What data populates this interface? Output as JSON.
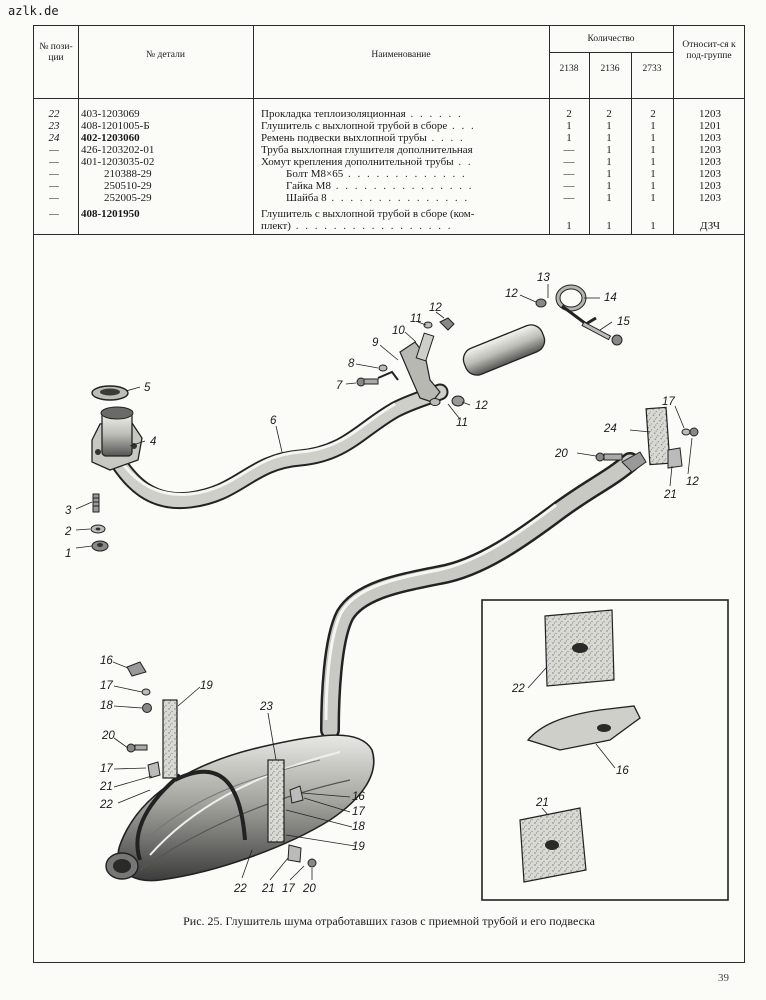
{
  "site": "azlk.de",
  "table": {
    "headers": {
      "position": "№ пози-ции",
      "part_no": "№ детали",
      "name": "Наименование",
      "quantity": "Количество",
      "qty_cols": [
        "2138",
        "2136",
        "2733"
      ],
      "subgroup": "Относит-ся к под-группе"
    },
    "rows": [
      {
        "pos": "22",
        "part": "403-1203069",
        "name": "Прокладка теплоизоляционная",
        "q": [
          "2",
          "2",
          "2"
        ],
        "grp": "1203"
      },
      {
        "pos": "23",
        "part": "408-1201005-Б",
        "name": "Глушитель с выхлопной трубой в сборе",
        "q": [
          "1",
          "1",
          "1"
        ],
        "grp": "1201"
      },
      {
        "pos": "24",
        "part": "402-1203060",
        "name": "Ремень подвески выхлопной трубы",
        "q": [
          "1",
          "1",
          "1"
        ],
        "grp": "1203"
      },
      {
        "pos": "—",
        "part": "426-1203202-01",
        "name": "Труба выхлопная глушителя дополнительная",
        "q": [
          "—",
          "1",
          "1"
        ],
        "grp": "1203"
      },
      {
        "pos": "—",
        "part": "401-1203035-02",
        "name": "Хомут крепления дополнительной трубы",
        "q": [
          "—",
          "1",
          "1"
        ],
        "grp": "1203"
      },
      {
        "pos": "—",
        "part": "210388-29",
        "name": "Болт М8×65",
        "q": [
          "—",
          "1",
          "1"
        ],
        "grp": "1203"
      },
      {
        "pos": "—",
        "part": "250510-29",
        "name": "Гайка М8",
        "q": [
          "—",
          "1",
          "1"
        ],
        "grp": "1203"
      },
      {
        "pos": "—",
        "part": "252005-29",
        "name": "Шайба 8",
        "q": [
          "—",
          "1",
          "1"
        ],
        "grp": "1203"
      },
      {
        "pos": "—",
        "part": "408-1201950",
        "name": "Глушитель с выхлопной трубой в сборе (ком-",
        "name2": "плект)",
        "q": [
          "1",
          "1",
          "1"
        ],
        "grp": "ДЗЧ"
      }
    ]
  },
  "figure": {
    "labels": [
      "1",
      "2",
      "3",
      "4",
      "5",
      "6",
      "7",
      "8",
      "9",
      "10",
      "11",
      "11",
      "12",
      "12",
      "12",
      "12",
      "13",
      "14",
      "15",
      "16",
      "16",
      "16",
      "17",
      "17",
      "17",
      "17",
      "17",
      "18",
      "18",
      "19",
      "19",
      "20",
      "20",
      "20",
      "21",
      "21",
      "21",
      "21",
      "22",
      "22",
      "22",
      "23",
      "24"
    ],
    "caption": "Рис. 25. Глушитель шума отработавших газов с приемной трубой и его подвеска"
  },
  "page_number": "39"
}
